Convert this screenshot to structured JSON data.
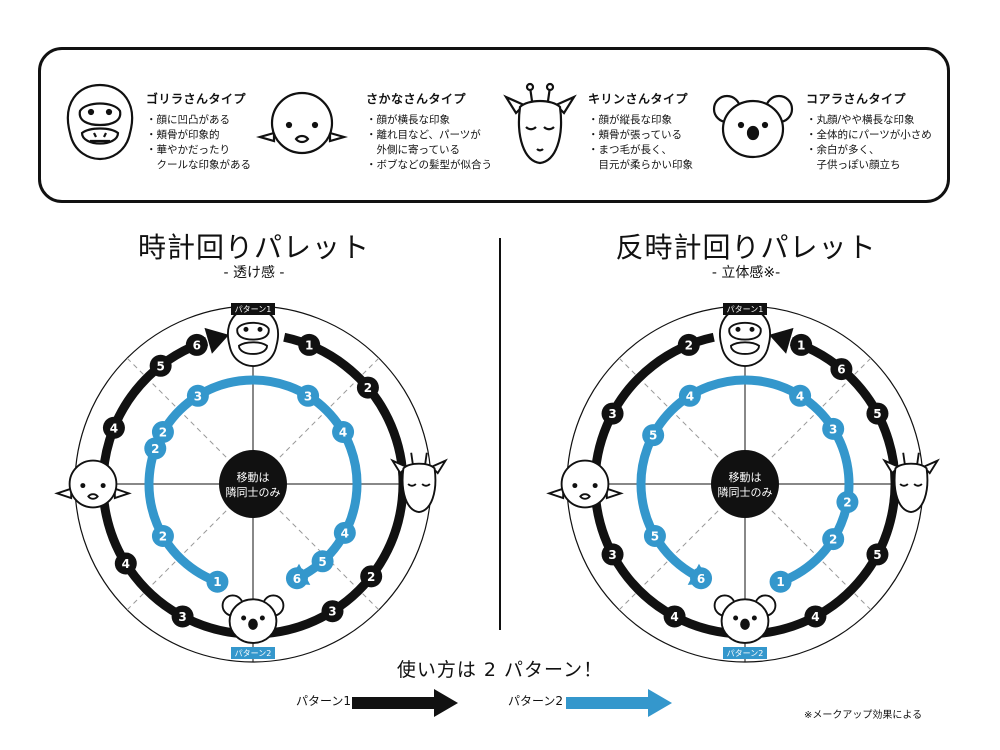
{
  "types": [
    {
      "icon": "gorilla-face-icon",
      "title": "ゴリラさんタイプ",
      "lines": [
        "・顔に凹凸がある",
        "・頬骨が印象的",
        "・華やかだったり",
        "　クールな印象がある"
      ]
    },
    {
      "icon": "fish-face-icon",
      "title": "さかなさんタイプ",
      "lines": [
        "・顔が横長な印象",
        "・離れ目など、パーツが",
        "　外側に寄っている",
        "・ボブなどの髪型が似合う"
      ]
    },
    {
      "icon": "giraffe-face-icon",
      "title": "キリンさんタイプ",
      "lines": [
        "・顔が縦長な印象",
        "・頬骨が張っている",
        "・まつ毛が長く、",
        "　目元が柔らかい印象"
      ]
    },
    {
      "icon": "koala-face-icon",
      "title": "コアラさんタイプ",
      "lines": [
        "・丸顔/やや横長な印象",
        "・全体的にパーツが小さめ",
        "・余白が多く、",
        "　子供っぽい顔立ち"
      ]
    }
  ],
  "palettes": [
    {
      "title": "時計回りパレット",
      "subtitle": "- 透け感 -",
      "center": [
        "移動は",
        "隣同士のみ"
      ],
      "top_tag": "パターン1",
      "bottom_tag": "パターン2",
      "black_nums": [
        "1",
        "2",
        "2",
        "3",
        "3",
        "4",
        "4",
        "5",
        "6"
      ],
      "blue_nums": [
        "1",
        "2",
        "2",
        "2",
        "3",
        "3",
        "4",
        "4",
        "5",
        "6"
      ]
    },
    {
      "title": "反時計回りパレット",
      "subtitle": "- 立体感※-",
      "center": [
        "移動は",
        "隣同士のみ"
      ],
      "top_tag": "パターン1",
      "bottom_tag": "パターン2",
      "black_nums": [
        "1",
        "6",
        "5",
        "5",
        "4",
        "4",
        "3",
        "3",
        "2"
      ],
      "blue_nums": [
        "1",
        "2",
        "2",
        "3",
        "4",
        "4",
        "5",
        "5",
        "6"
      ]
    }
  ],
  "usage_title": "使い方は 2 パターン！",
  "legend": {
    "pattern1": "パターン1",
    "pattern2": "パターン2"
  },
  "note": "※メークアップ効果による",
  "colors": {
    "black": "#111111",
    "blue": "#3497cc",
    "dash": "#999999"
  }
}
